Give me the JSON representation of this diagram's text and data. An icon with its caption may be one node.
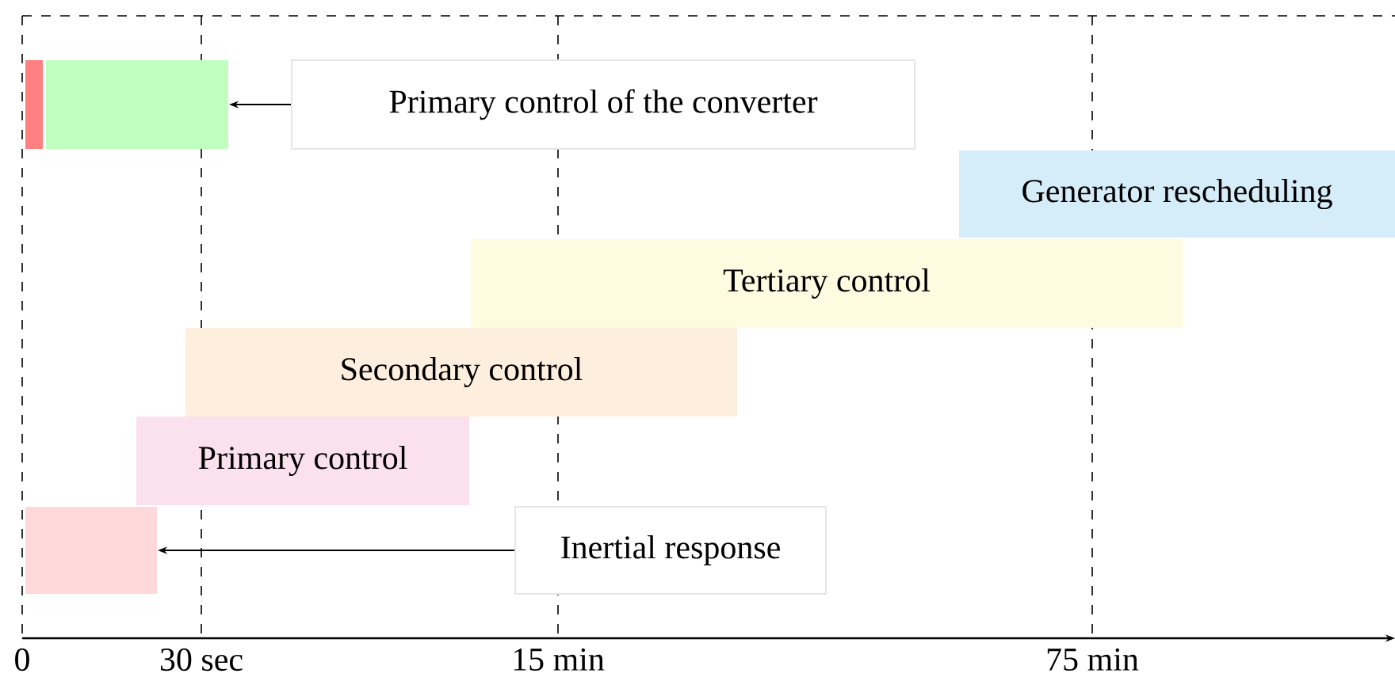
{
  "diagram": {
    "nodes": [
      {
        "text": [],
        "shape": "box"
      },
      {
        "text": [],
        "shape": "box"
      },
      {
        "text": [
          "Primary control of the converter"
        ]
      },
      {
        "text": [
          "Generator rescheduling"
        ]
      },
      {
        "text": [
          "Tertiary control"
        ]
      },
      {
        "text": [
          "Secondary control"
        ]
      },
      {
        "text": [
          "Primary control"
        ]
      },
      {
        "text": [],
        "shape": "box"
      },
      {
        "text": [
          "Inertial response"
        ]
      }
    ],
    "edges": [
      {
        "from": 2,
        "to": 1,
        "arrow": "to"
      },
      {
        "from": 8,
        "to": 7,
        "arrow": "to"
      }
    ],
    "labels": [
      "0",
      "30 sec",
      "15 min",
      "75 min"
    ]
  }
}
